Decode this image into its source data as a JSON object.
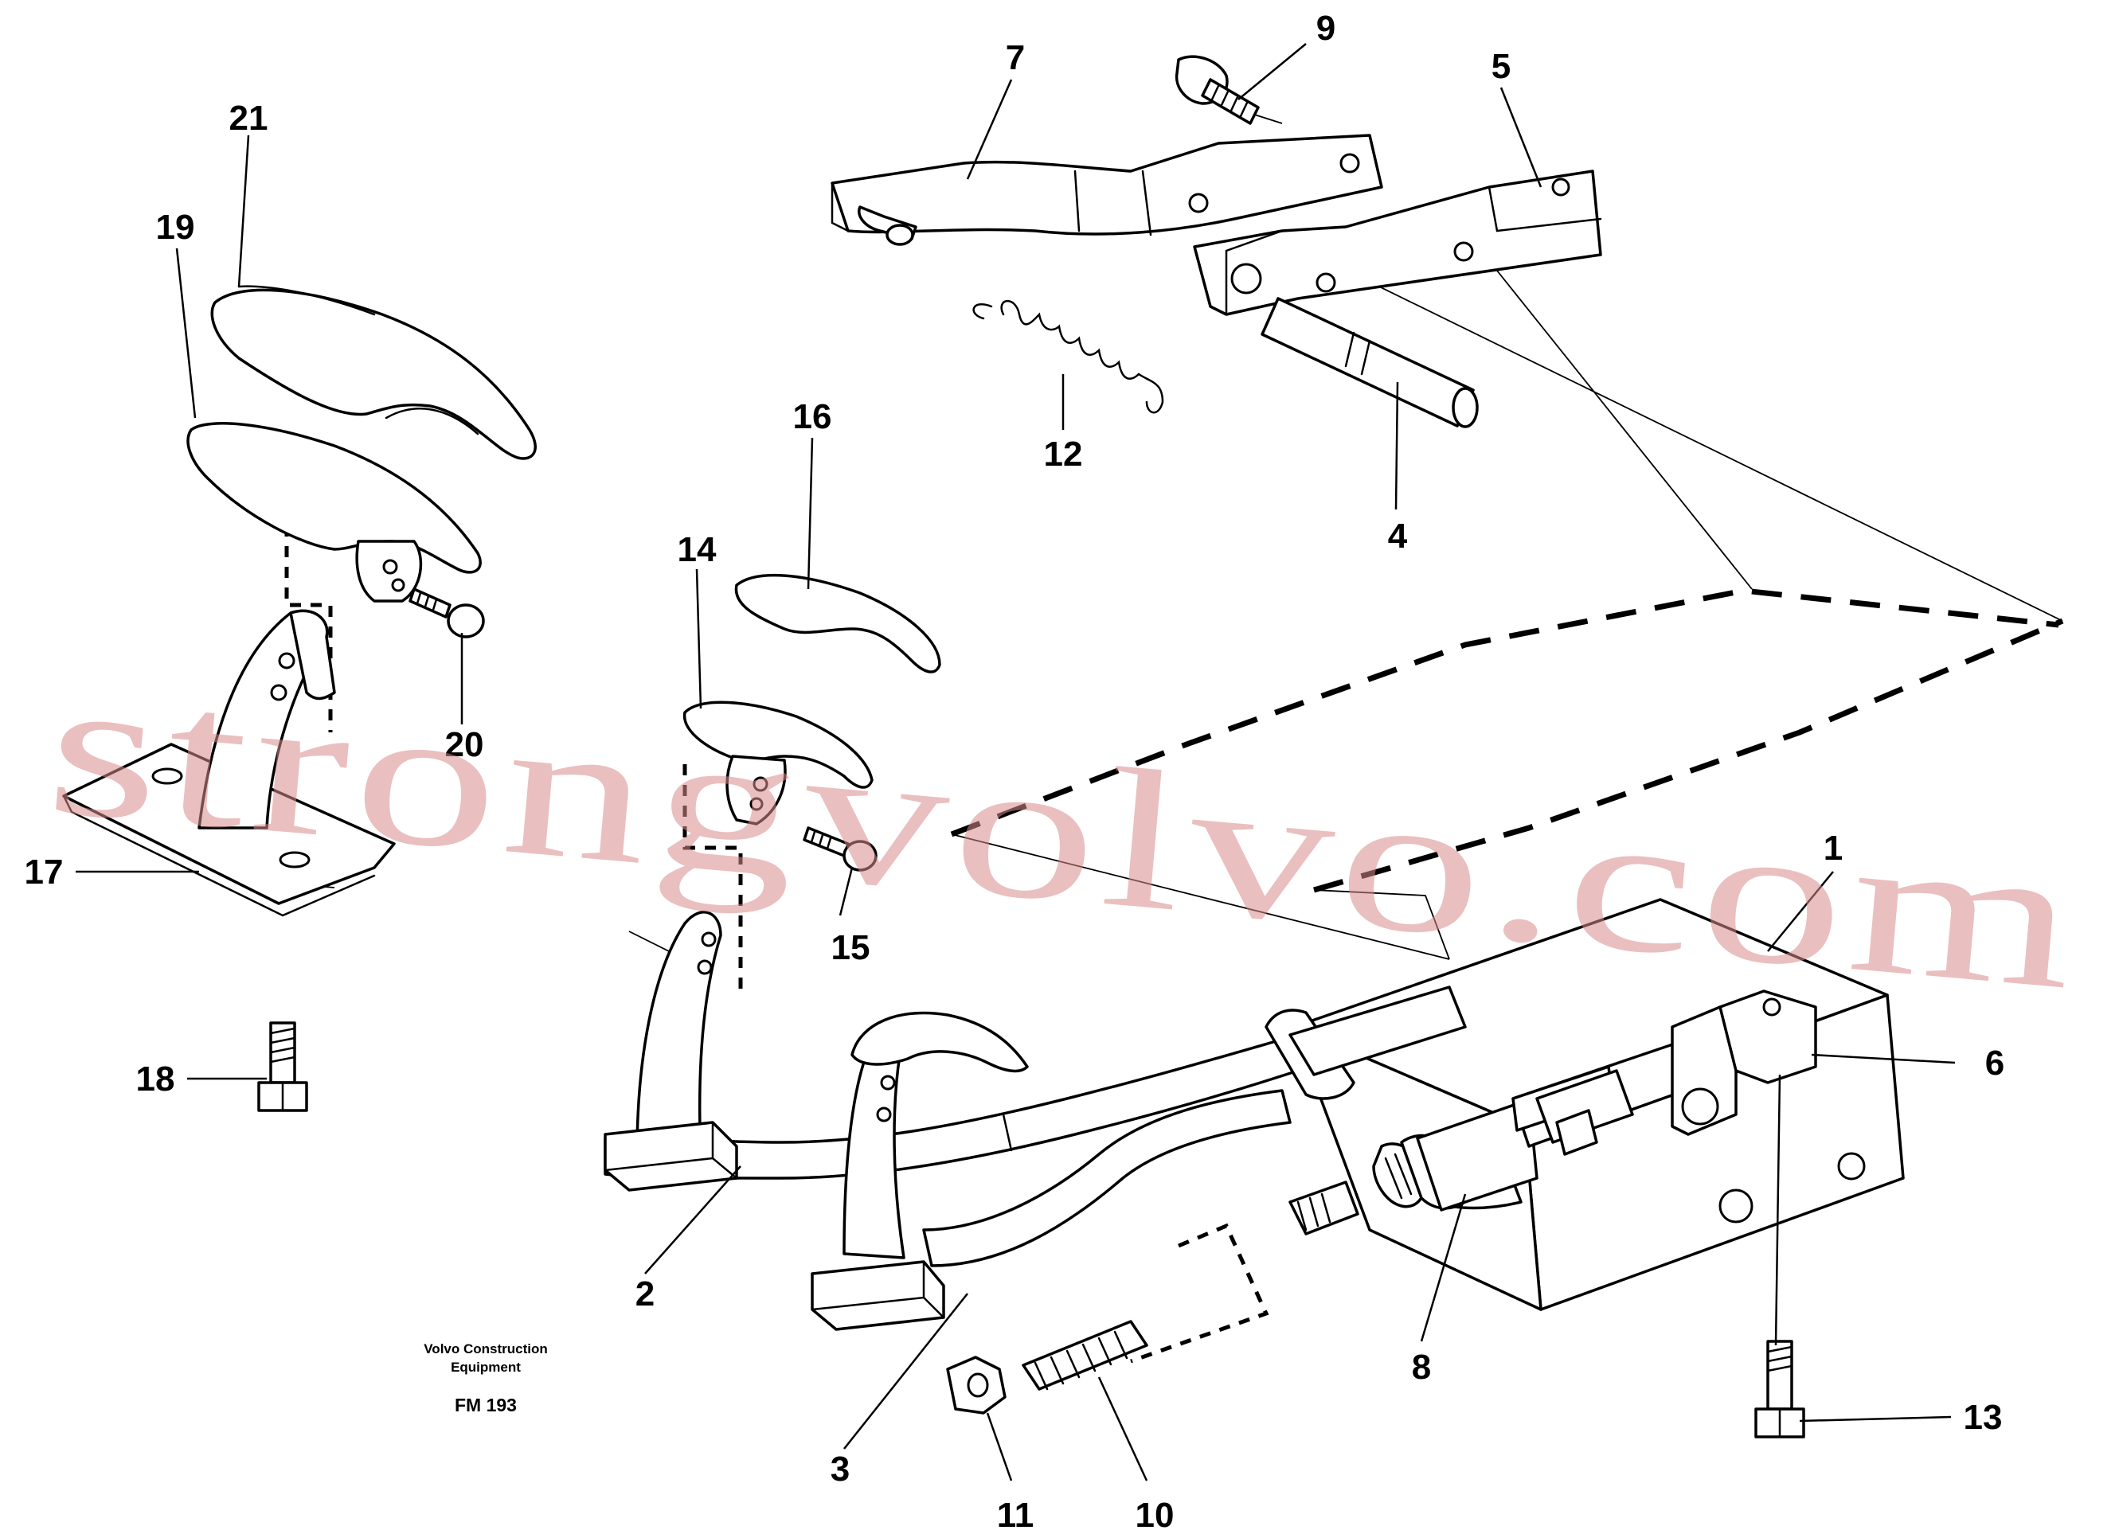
{
  "callouts": [
    "1",
    "2",
    "3",
    "4",
    "5",
    "6",
    "7",
    "8",
    "9",
    "10",
    "11",
    "12",
    "13",
    "14",
    "15",
    "16",
    "17",
    "18",
    "19",
    "20",
    "21"
  ],
  "caption": {
    "line1": "Volvo Construction",
    "line2": "Equipment",
    "code": "FM 193"
  },
  "watermark": "strongvolvo.com"
}
